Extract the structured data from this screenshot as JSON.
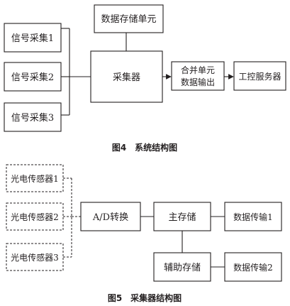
{
  "figure4": {
    "caption": "图4　系统结构图",
    "inputs": [
      "信号采集1",
      "信号采集2",
      "信号采集3"
    ],
    "storage": "数据存储单元",
    "collector": "采集器",
    "merge_line1": "合并单元",
    "merge_line2": "数据输出",
    "server": "工控服务器"
  },
  "figure5": {
    "caption": "图5　采集器结构图",
    "sensors": [
      "光电传感器1",
      "光电传感器2",
      "光电传感器3"
    ],
    "ad": "A/D转换",
    "main_storage": "主存储",
    "aux_storage": "辅助存储",
    "transfer1": "数据传输1",
    "transfer2": "数据传输2"
  }
}
